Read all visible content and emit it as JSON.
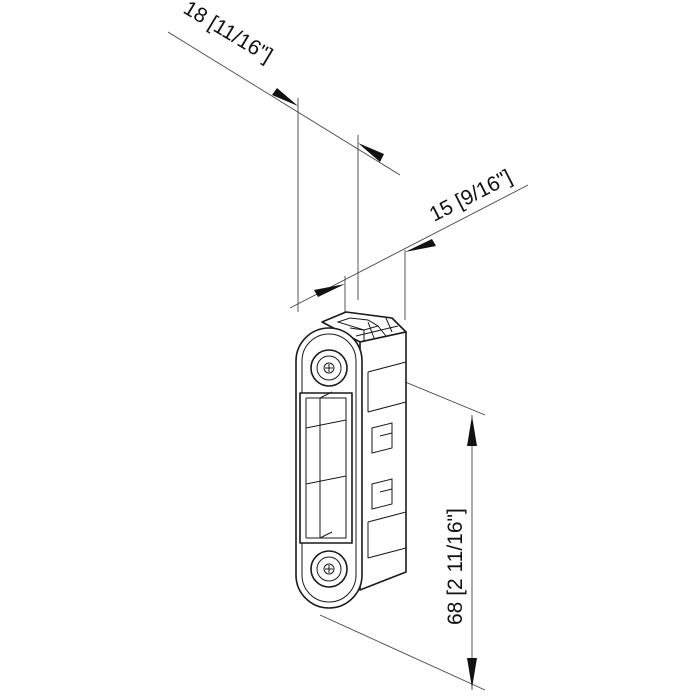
{
  "dimensions": {
    "width": "18 [11/16\"]",
    "depth": "15 [9/16\"]",
    "height": "68 [2  11/16\"]"
  },
  "colors": {
    "line": "#1a1a1a",
    "background": "#ffffff"
  }
}
